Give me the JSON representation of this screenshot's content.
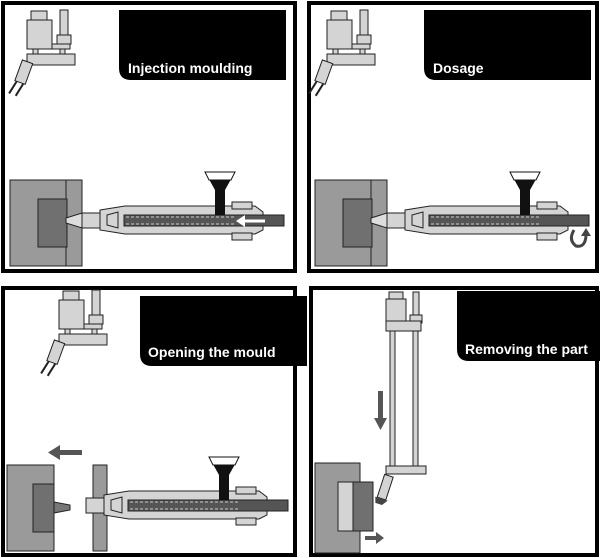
{
  "panels": [
    {
      "label": "Injection moulding"
    },
    {
      "label": "Dosage"
    },
    {
      "label": "Opening the mould"
    },
    {
      "label": "Removing the part"
    }
  ]
}
